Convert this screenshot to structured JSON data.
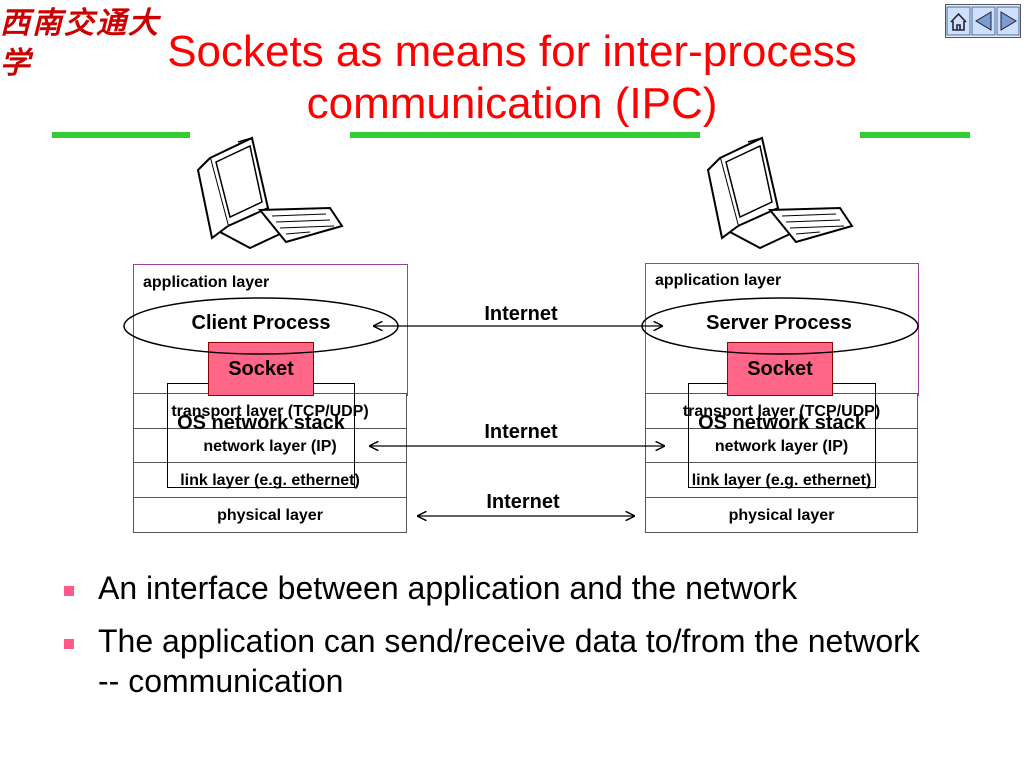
{
  "header": {
    "logo_text": "西南交通大学",
    "title_line1": "Sockets as means for inter-process",
    "title_line2": "communication (IPC)"
  },
  "nav": {
    "home_icon": "home-icon",
    "back_icon": "left-triangle-icon",
    "forward_icon": "right-triangle-icon"
  },
  "colors": {
    "title": "#ff0000",
    "rule": "#33cc33",
    "socket": "#ff6688",
    "bullet": "#ff5a8a"
  },
  "client": {
    "app_layer": "application layer",
    "process": "Client Process",
    "socket": "Socket",
    "os_stack": "OS network stack",
    "transport": "transport layer (TCP/UDP)",
    "network": "network layer (IP)",
    "link": "link layer (e.g. ethernet)",
    "physical": "physical layer"
  },
  "server": {
    "app_layer": "application layer",
    "process": "Server Process",
    "socket": "Socket",
    "os_stack": "OS network stack",
    "transport": "transport layer (TCP/UDP)",
    "network": "network layer (IP)",
    "link": "link layer (e.g. ethernet)",
    "physical": "physical layer"
  },
  "links": {
    "process_link": "Internet",
    "network_link": "Internet",
    "physical_link": "Internet"
  },
  "bullets": [
    "An interface between application and the network",
    "The application can send/receive data to/from the network -- communication"
  ]
}
